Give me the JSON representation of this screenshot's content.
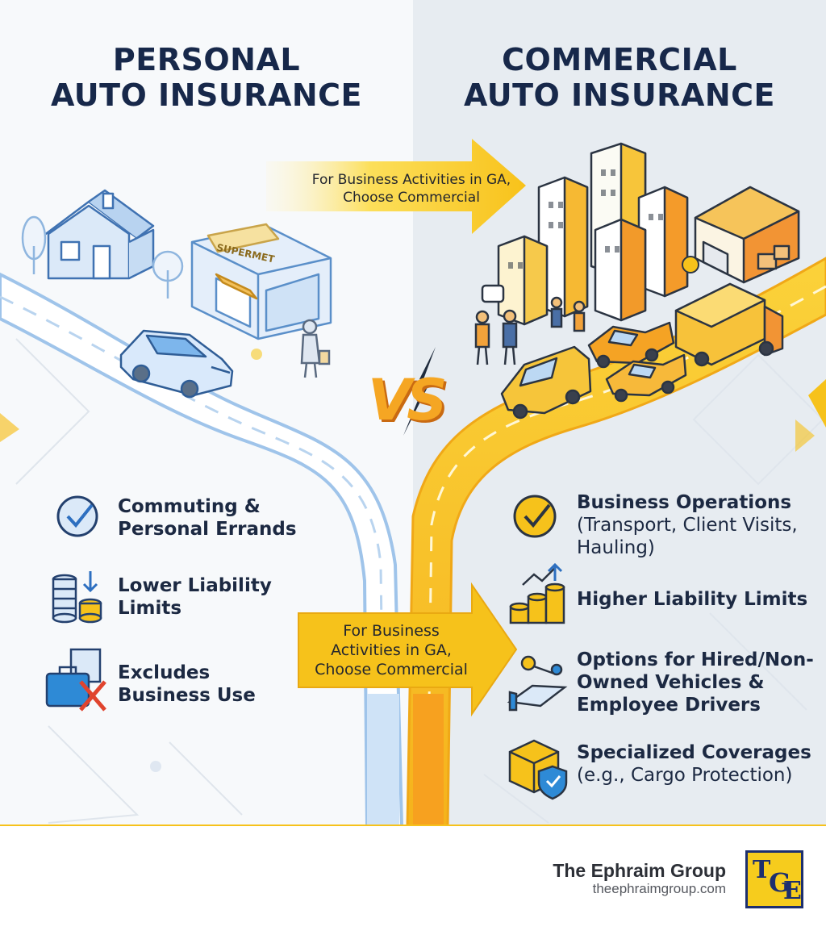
{
  "left_panel": {
    "title_line1": "PERSONAL",
    "title_line2": "AUTO INSURANCE",
    "store_sign": "SUPERMET",
    "items": [
      {
        "icon": "check-circle-icon",
        "bold": "Commuting &\nPersonal Errands"
      },
      {
        "icon": "coins-down-icon",
        "bold": "Lower Liability\nLimits"
      },
      {
        "icon": "briefcase-x-icon",
        "bold": "Excludes\nBusiness Use"
      }
    ]
  },
  "right_panel": {
    "title_line1": "COMMERCIAL",
    "title_line2": "AUTO INSURANCE",
    "items": [
      {
        "icon": "check-circle-icon",
        "bold": "Business Operations",
        "normal": "(Transport, Client Visits,\nHauling)"
      },
      {
        "icon": "coins-up-icon",
        "bold": "Higher Liability Limits",
        "normal": ""
      },
      {
        "icon": "keys-hand-icon",
        "bold": "Options for Hired/Non-\nOwned Vehicles &\nEmployee Drivers",
        "normal": ""
      },
      {
        "icon": "box-shield-icon",
        "bold": "Specialized Coverages",
        "normal": "(e.g., Cargo Protection)"
      }
    ]
  },
  "vs_label": "VS",
  "top_arrow": {
    "line1": "For Business Activities in GA,",
    "line2": "Choose Commercial"
  },
  "mid_arrow": {
    "line1": "For Business",
    "line2": "Activities in GA,",
    "line3": "Choose Commercial"
  },
  "footer": {
    "company": "The Ephraim Group",
    "url": "theephraimgroup.com",
    "logo_letters": [
      "T",
      "G",
      "E"
    ]
  },
  "colors": {
    "navy": "#17284a",
    "yellow": "#f6c21b",
    "orange": "#f29a1f",
    "light_blue": "#cfe3f7",
    "blue_outline": "#4a7fc1"
  }
}
